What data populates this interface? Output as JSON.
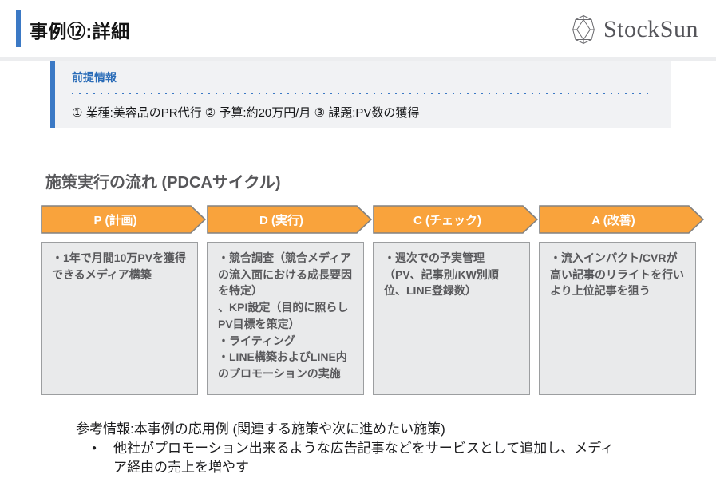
{
  "header": {
    "title": "事例⑫:詳細",
    "logo_text": "StockSun"
  },
  "premise": {
    "heading": "前提情報",
    "body": "① 業種:美容品のPR代行 ② 予算:約20万円/月 ③ 課題:PV数の獲得"
  },
  "section": {
    "title": "施策実行の流れ (PDCAサイクル)"
  },
  "pdca": {
    "steps": [
      {
        "label": "P (計画)",
        "items": [
          "・1年で月間10万PVを獲得できるメディア構築"
        ]
      },
      {
        "label": "D (実行)",
        "items": [
          "・競合調査（競合メディアの流入面における成長要因を特定）",
          "、KPI設定（目的に照らしPV目標を策定）",
          "・ライティング",
          "・LINE構築およびLINE内のプロモーションの実施"
        ]
      },
      {
        "label": "C (チェック)",
        "items": [
          "・週次での予実管理（PV、記事別/KW別順位、LINE登録数）"
        ]
      },
      {
        "label": "A (改善)",
        "items": [
          "・流入インパクト/CVRが高い記事のリライトを行いより上位記事を狙う"
        ]
      }
    ]
  },
  "footer": {
    "heading": "参考情報:本事例の応用例 (関連する施策や次に進めたい施策)",
    "bullet_glyph": "●",
    "bullets": [
      "他社がプロモーション出来るような広告記事などをサービスとして追加し、メディア経由の売上を増やす"
    ]
  },
  "colors": {
    "accent_blue": "#3b79c5",
    "heading_blue": "#2a6cb8",
    "arrow_orange": "#f9a33c",
    "arrow_border": "#828282",
    "step_box_bg": "#e9eaeb",
    "step_box_border": "#9c9ea0",
    "step_text": "#58585b"
  }
}
